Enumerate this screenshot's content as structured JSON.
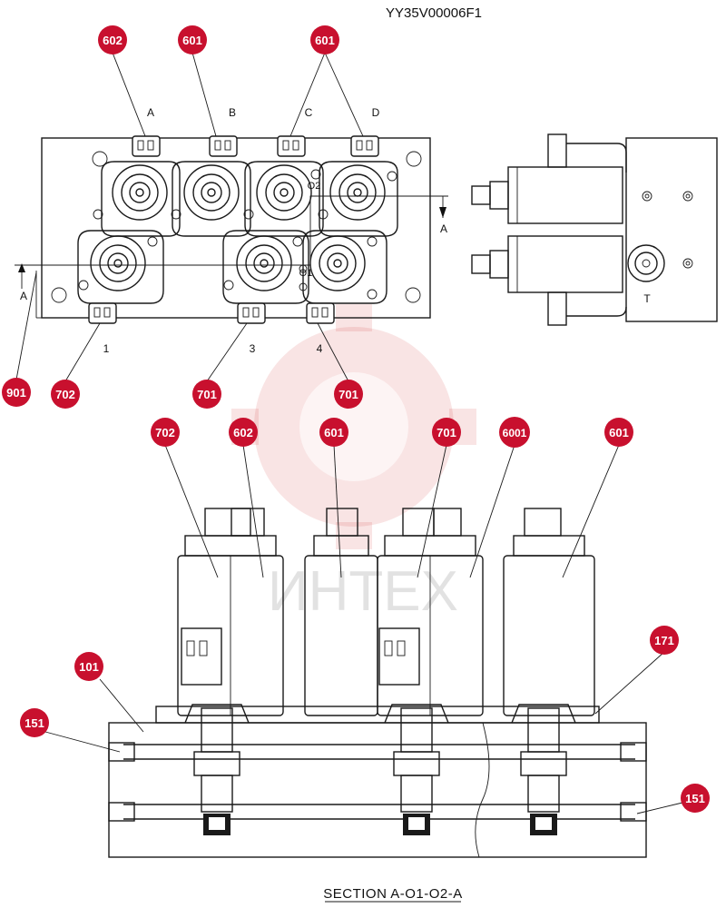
{
  "doc_code": "YY35V00006F1",
  "section_title": "SECTION  A-O1-O2-A",
  "watermark_text": "ИНТЕХ",
  "colors": {
    "callout": "#c8102e",
    "watermark": "#d42b2b",
    "line": "#1a1a1a"
  },
  "top_view": {
    "port_labels": {
      "a": "A",
      "b": "B",
      "c": "C",
      "d": "D",
      "n1": "1",
      "n3": "3",
      "n4": "4",
      "o2": "O2",
      "o1": "O1",
      "t": "T"
    },
    "section_marks": {
      "left": "A",
      "right": "A"
    }
  },
  "callouts": [
    {
      "id": "c602-top",
      "num": "602"
    },
    {
      "id": "c601-top-b",
      "num": "601"
    },
    {
      "id": "c601-top-cd",
      "num": "601"
    },
    {
      "id": "c901",
      "num": "901"
    },
    {
      "id": "c702-top",
      "num": "702"
    },
    {
      "id": "c701-top-3",
      "num": "701"
    },
    {
      "id": "c701-top-4",
      "num": "701"
    },
    {
      "id": "c702-sec",
      "num": "702"
    },
    {
      "id": "c602-sec",
      "num": "602"
    },
    {
      "id": "c601-sec-1",
      "num": "601"
    },
    {
      "id": "c701-sec",
      "num": "701"
    },
    {
      "id": "c6001-sec",
      "num": "6001"
    },
    {
      "id": "c601-sec-2",
      "num": "601"
    },
    {
      "id": "c101",
      "num": "101"
    },
    {
      "id": "c171",
      "num": "171"
    },
    {
      "id": "c151-left",
      "num": "151"
    },
    {
      "id": "c151-right",
      "num": "151"
    }
  ]
}
